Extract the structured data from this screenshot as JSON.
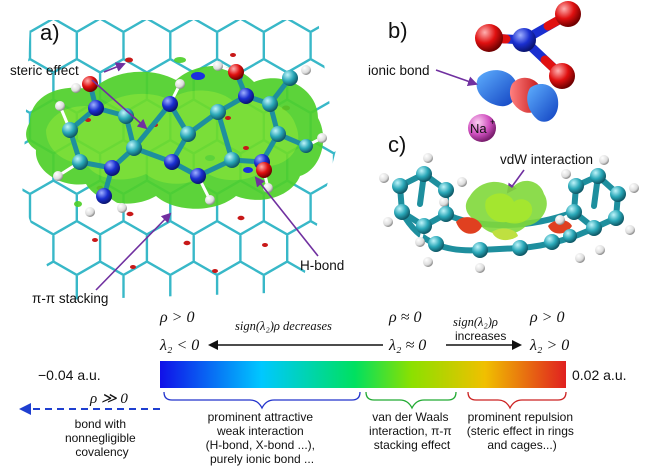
{
  "panels": {
    "a": {
      "label": "a)"
    },
    "b": {
      "label": "b)"
    },
    "c": {
      "label": "c)"
    }
  },
  "annotations": {
    "steric_effect": "steric effect",
    "ionic_bond": "ionic bond",
    "sodium_ion": "Na",
    "sodium_charge": "+",
    "vdw_interaction": "vdW interaction",
    "h_bond": "H-bond",
    "pi_stacking": "π-π stacking"
  },
  "scale": {
    "left_top": "ρ > 0",
    "left_bottom": "λ₂ < 0",
    "center_top": "ρ ≈ 0",
    "center_bottom": "λ₂ ≈ 0",
    "right_top": "ρ > 0",
    "right_bottom": "λ₂ > 0",
    "decreases_label": "sign(λ₂)ρ  decreases",
    "increases_label_1": "sign(λ₂)ρ",
    "increases_label_2": "increases",
    "min_value": "−0.04 a.u.",
    "max_value": "0.02 a.u.",
    "rho_gg": "ρ ≫ 0",
    "covalency_lines": [
      "bond with",
      "nonnegligible",
      "covalency"
    ],
    "attractive_lines": [
      "prominent attractive",
      "weak interaction",
      "(H-bond, X-bond ...),",
      "purely ionic bond ..."
    ],
    "vdw_lines": [
      "van der Waals",
      "interaction, π-π",
      "stacking effect"
    ],
    "repulsion_lines": [
      "prominent repulsion",
      "(steric effect in rings",
      "and cages...)"
    ]
  },
  "colors": {
    "gradient": [
      "#1010e8",
      "#00d0ff",
      "#00e060",
      "#8ce000",
      "#f0c000",
      "#e02020"
    ],
    "arrow_purple": "#7030a0",
    "arrow_dashed_blue": "#1f3fd0",
    "carbon": "#2aa8b8",
    "nitrogen": "#1a2fd0",
    "oxygen": "#e01010",
    "sodium": "#d050c0",
    "surface_green": "#44cc22"
  }
}
